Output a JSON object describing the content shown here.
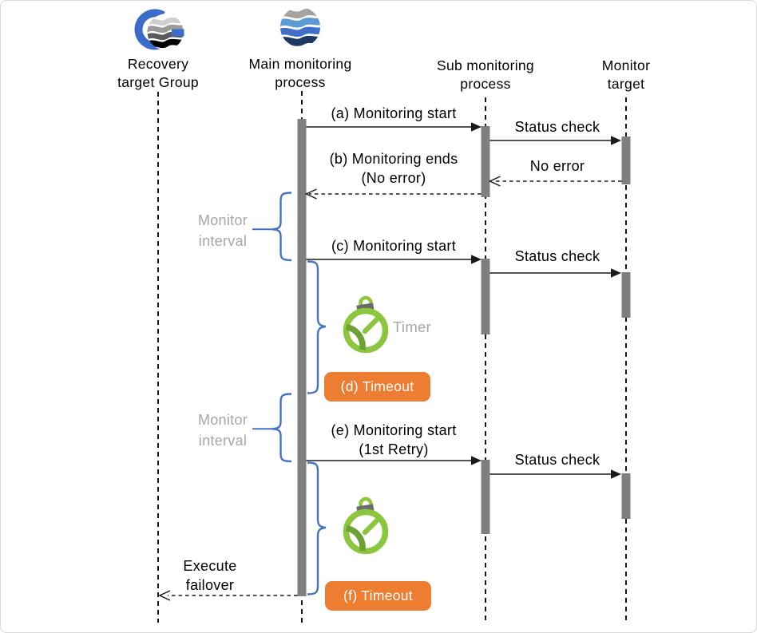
{
  "lifelines": [
    {
      "id": "recovery-target-group",
      "line1": "Recovery",
      "line2": "target Group"
    },
    {
      "id": "main-monitoring-process",
      "line1": "Main monitoring",
      "line2": "process"
    },
    {
      "id": "sub-monitoring-process",
      "line1": "Sub monitoring",
      "line2": "process"
    },
    {
      "id": "monitor-target",
      "line1": "Monitor",
      "line2": "target"
    }
  ],
  "icons": {
    "recovery_logo": "g-globe-logo",
    "main_logo": "wave-sphere-logo",
    "timer": "stopwatch"
  },
  "messages": {
    "a": {
      "label": "(a) Monitoring start",
      "type": "solid",
      "from": "main",
      "to": "sub"
    },
    "status1": {
      "label": "Status check",
      "type": "solid",
      "from": "sub",
      "to": "target"
    },
    "no_error": {
      "label": "No error",
      "type": "dashed",
      "from": "target",
      "to": "sub"
    },
    "b": {
      "line1": "(b) Monitoring ends",
      "line2": "(No error)",
      "type": "dashed",
      "from": "sub",
      "to": "main"
    },
    "c": {
      "label": "(c) Monitoring start",
      "type": "solid",
      "from": "main",
      "to": "sub"
    },
    "status2": {
      "label": "Status check",
      "type": "solid",
      "from": "sub",
      "to": "target"
    },
    "e": {
      "line1": "(e) Monitoring start",
      "line2": "(1st Retry)",
      "type": "solid",
      "from": "main",
      "to": "sub"
    },
    "status3": {
      "label": "Status check",
      "type": "solid",
      "from": "sub",
      "to": "target"
    },
    "failover": {
      "line1": "Execute",
      "line2": "failover",
      "type": "dashed",
      "from": "main",
      "to": "recovery"
    }
  },
  "annotations": {
    "interval1": {
      "line1": "Monitor",
      "line2": "interval"
    },
    "interval2": {
      "line1": "Monitor",
      "line2": "interval"
    },
    "timer1": {
      "label": "Timer"
    },
    "timeout_d": {
      "label": "(d) Timeout"
    },
    "timeout_f": {
      "label": "(f) Timeout"
    }
  },
  "colors": {
    "brace_blue": "#4472C4",
    "muted_gray": "#A6A6A6",
    "activation_gray": "#7F7F7F",
    "timeout_orange": "#ED7D31",
    "timer_green": "#8CC63F",
    "timer_green_dark": "#6FA033",
    "logo_blue": "#3A6CC8",
    "logo_light_blue": "#5B9BD5",
    "logo_mid_blue": "#3F6FC8",
    "logo_navy": "#1F3864"
  }
}
